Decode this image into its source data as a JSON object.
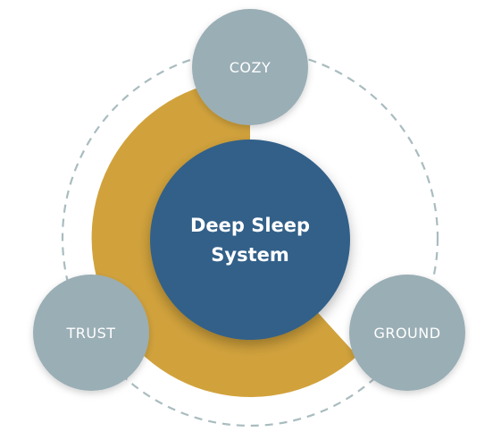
{
  "center": {
    "line1": "Deep Sleep",
    "line2": "System"
  },
  "nodes": {
    "top": {
      "label": "COZY"
    },
    "left": {
      "label": "TRUST"
    },
    "right": {
      "label": "GROUND"
    }
  },
  "colors": {
    "center_fill": "#336089",
    "node_fill": "#9aaeb5",
    "arc_fill": "#d1a23c",
    "dash_stroke": "#a9bcbf",
    "label_text": "#ffffff"
  }
}
